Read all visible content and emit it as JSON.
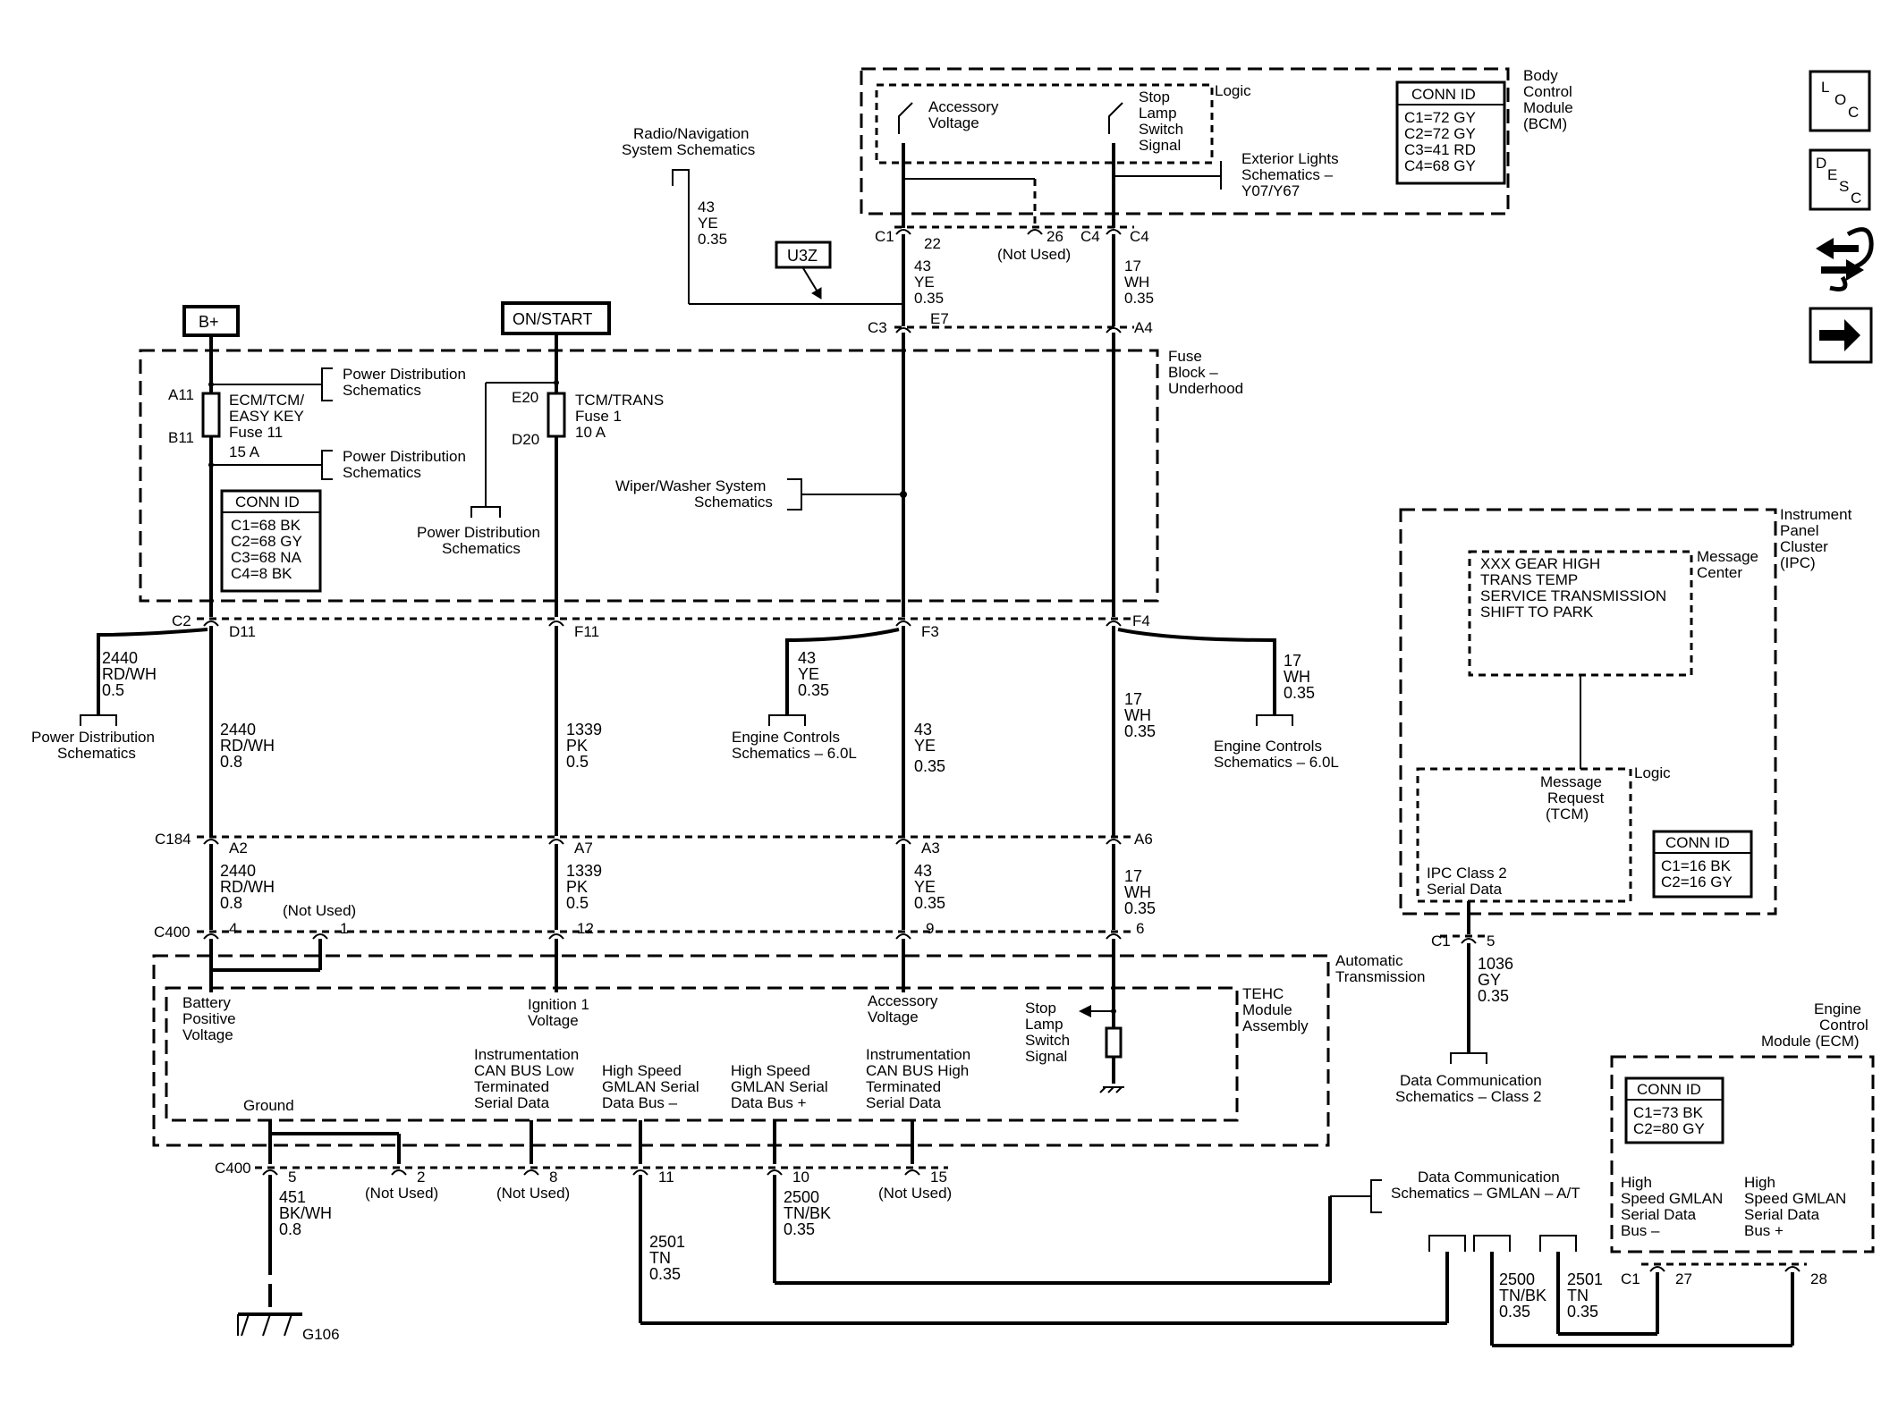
{
  "modules": {
    "bcm": [
      "Body",
      "Control",
      "Module",
      "(BCM)"
    ],
    "bcm_logic": "Logic",
    "bcm_accessory": [
      "Accessory",
      "Voltage"
    ],
    "bcm_stoplamp": [
      "Stop",
      "Lamp",
      "Switch",
      "Signal"
    ],
    "bcm_conn_title": "CONN ID",
    "bcm_conn": [
      "C1=72 GY",
      "C2=72 GY",
      "C3=41 RD",
      "C4=68 GY"
    ],
    "fuse_block": [
      "Fuse",
      "Block –",
      "Underhood"
    ],
    "fb_conn_title": "CONN ID",
    "fb_conn": [
      "C1=68 BK",
      "C2=68 GY",
      "C3=68 NA",
      "C4=8 BK"
    ],
    "ipc": [
      "Instrument",
      "Panel",
      "Cluster",
      "(IPC)"
    ],
    "ipc_msg_center": [
      "Message",
      "Center"
    ],
    "ipc_messages": [
      "XXX GEAR HIGH",
      "TRANS TEMP",
      "SERVICE TRANSMISSION",
      "SHIFT TO PARK"
    ],
    "ipc_logic": "Logic",
    "ipc_msg_request": [
      "Message",
      "Request",
      "(TCM)"
    ],
    "ipc_serial": [
      "IPC Class 2",
      "Serial Data"
    ],
    "ipc_conn_title": "CONN ID",
    "ipc_conn": [
      "C1=16 BK",
      "C2=16 GY"
    ],
    "ecm": [
      "Engine",
      "Control",
      "Module (ECM)"
    ],
    "ecm_conn_title": "CONN ID",
    "ecm_conn": [
      "C1=73 BK",
      "C2=80 GY"
    ],
    "ecm_bus_minus": [
      "High",
      "Speed GMLAN",
      "Serial Data",
      "Bus –"
    ],
    "ecm_bus_plus": [
      "High",
      "Speed GMLAN",
      "Serial Data",
      "Bus +"
    ],
    "auto_trans": [
      "Automatic",
      "Transmission"
    ],
    "tehc": [
      "TEHC",
      "Module",
      "Assembly"
    ],
    "tehc_battery": [
      "Battery",
      "Positive",
      "Voltage"
    ],
    "tehc_ignition": [
      "Ignition 1",
      "Voltage"
    ],
    "tehc_accessory": [
      "Accessory",
      "Voltage"
    ],
    "tehc_stoplamp": [
      "Stop",
      "Lamp",
      "Switch",
      "Signal"
    ],
    "tehc_can_low": [
      "Instrumentation",
      "CAN BUS Low",
      "Terminated",
      "Serial Data"
    ],
    "tehc_gmlan_minus": [
      "High Speed",
      "GMLAN Serial",
      "Data Bus –"
    ],
    "tehc_gmlan_plus": [
      "High Speed",
      "GMLAN Serial",
      "Data Bus +"
    ],
    "tehc_can_high": [
      "Instrumentation",
      "CAN BUS High",
      "Terminated",
      "Serial Data"
    ],
    "tehc_ground": "Ground"
  },
  "sources": {
    "bplus": "B+",
    "onstart": "ON/START",
    "u3z": "U3Z"
  },
  "fuses": {
    "f11": [
      "ECM/TCM/",
      "EASY KEY",
      "Fuse 11",
      "15 A"
    ],
    "f1": [
      "TCM/TRANS",
      "Fuse 1",
      "10 A"
    ]
  },
  "refs": {
    "radio": [
      "Radio/Navigation",
      "System Schematics"
    ],
    "ext_lights": [
      "Exterior Lights",
      "Schematics –",
      "Y07/Y67"
    ],
    "pd1": [
      "Power Distribution",
      "Schematics"
    ],
    "pd2": [
      "Power Distribution",
      "Schematics"
    ],
    "pd3": [
      "Power Distribution",
      "Schematics"
    ],
    "pd4": [
      "Power Distribution",
      "Schematics"
    ],
    "wiper": [
      "Wiper/Washer System",
      "Schematics"
    ],
    "engine1": [
      "Engine Controls",
      "Schematics – 6.0L"
    ],
    "engine2": [
      "Engine Controls",
      "Schematics – 6.0L"
    ],
    "data_class2": [
      "Data Communication",
      "Schematics – Class 2"
    ],
    "data_gmlan": [
      "Data Communication",
      "Schematics – GMLAN – A/T"
    ]
  },
  "connectors": {
    "c1_bcm": "C1",
    "c1_pin22": "22",
    "c1_pin26": "26",
    "not_used": "(Not Used)",
    "c4_left": "C4",
    "c4_right": "C4",
    "c3": "C3",
    "e7": "E7",
    "a4": "A4",
    "a11": "A11",
    "b11": "B11",
    "e20": "E20",
    "d20": "D20",
    "c2": "C2",
    "d11": "D11",
    "f11": "F11",
    "f3": "F3",
    "f4": "F4",
    "c184": "C184",
    "a2": "A2",
    "a7": "A7",
    "a3": "A3",
    "a6": "A6",
    "c400_top": "C400",
    "p4": "4",
    "p1": "1",
    "p12": "12",
    "p9": "9",
    "p6": "6",
    "c400_bot": "C400",
    "p5": "5",
    "p2": "2",
    "p8": "8",
    "p11": "11",
    "p10": "10",
    "p15": "15",
    "c1_ipc": "C1",
    "ipc_p5": "5",
    "c1_ecm": "C1",
    "ecm_p27": "27",
    "ecm_p28": "28",
    "g106": "G106"
  },
  "wires": {
    "w43_radio": [
      "43",
      "YE",
      "0.35"
    ],
    "w43_bcm": [
      "43",
      "YE",
      "0.35"
    ],
    "w17_bcm": [
      "17",
      "WH",
      "0.35"
    ],
    "w2440_pd": [
      "2440",
      "RD/WH",
      "0.5"
    ],
    "w2440_a": [
      "2440",
      "RD/WH",
      "0.8"
    ],
    "w1339_a": [
      "1339",
      "PK",
      "0.5"
    ],
    "w43_eng": [
      "43",
      "YE",
      "0.35"
    ],
    "w43_a": [
      "43",
      "YE",
      "0.35"
    ],
    "w17_a": [
      "17",
      "WH",
      "0.35"
    ],
    "w17_eng": [
      "17",
      "WH",
      "0.35"
    ],
    "w2440_b": [
      "2440",
      "RD/WH",
      "0.8"
    ],
    "w1339_b": [
      "1339",
      "PK",
      "0.5"
    ],
    "w43_b": [
      "43",
      "YE",
      "0.35"
    ],
    "w17_b": [
      "17",
      "WH",
      "0.35"
    ],
    "w451": [
      "451",
      "BK/WH",
      "0.8"
    ],
    "w2501_a": [
      "2501",
      "TN",
      "0.35"
    ],
    "w2500_a": [
      "2500",
      "TN/BK",
      "0.35"
    ],
    "w1036": [
      "1036",
      "GY",
      "0.35"
    ],
    "w2500_b": [
      "2500",
      "TN/BK",
      "0.35"
    ],
    "w2501_b": [
      "2501",
      "TN",
      "0.35"
    ]
  },
  "side_icons": {
    "loc": [
      "L",
      "O",
      "C"
    ],
    "desc": [
      "D",
      "E",
      "S",
      "C"
    ],
    "icons": [
      "loc-icon",
      "desc-icon",
      "harness-icon",
      "arrow-right-icon"
    ]
  }
}
